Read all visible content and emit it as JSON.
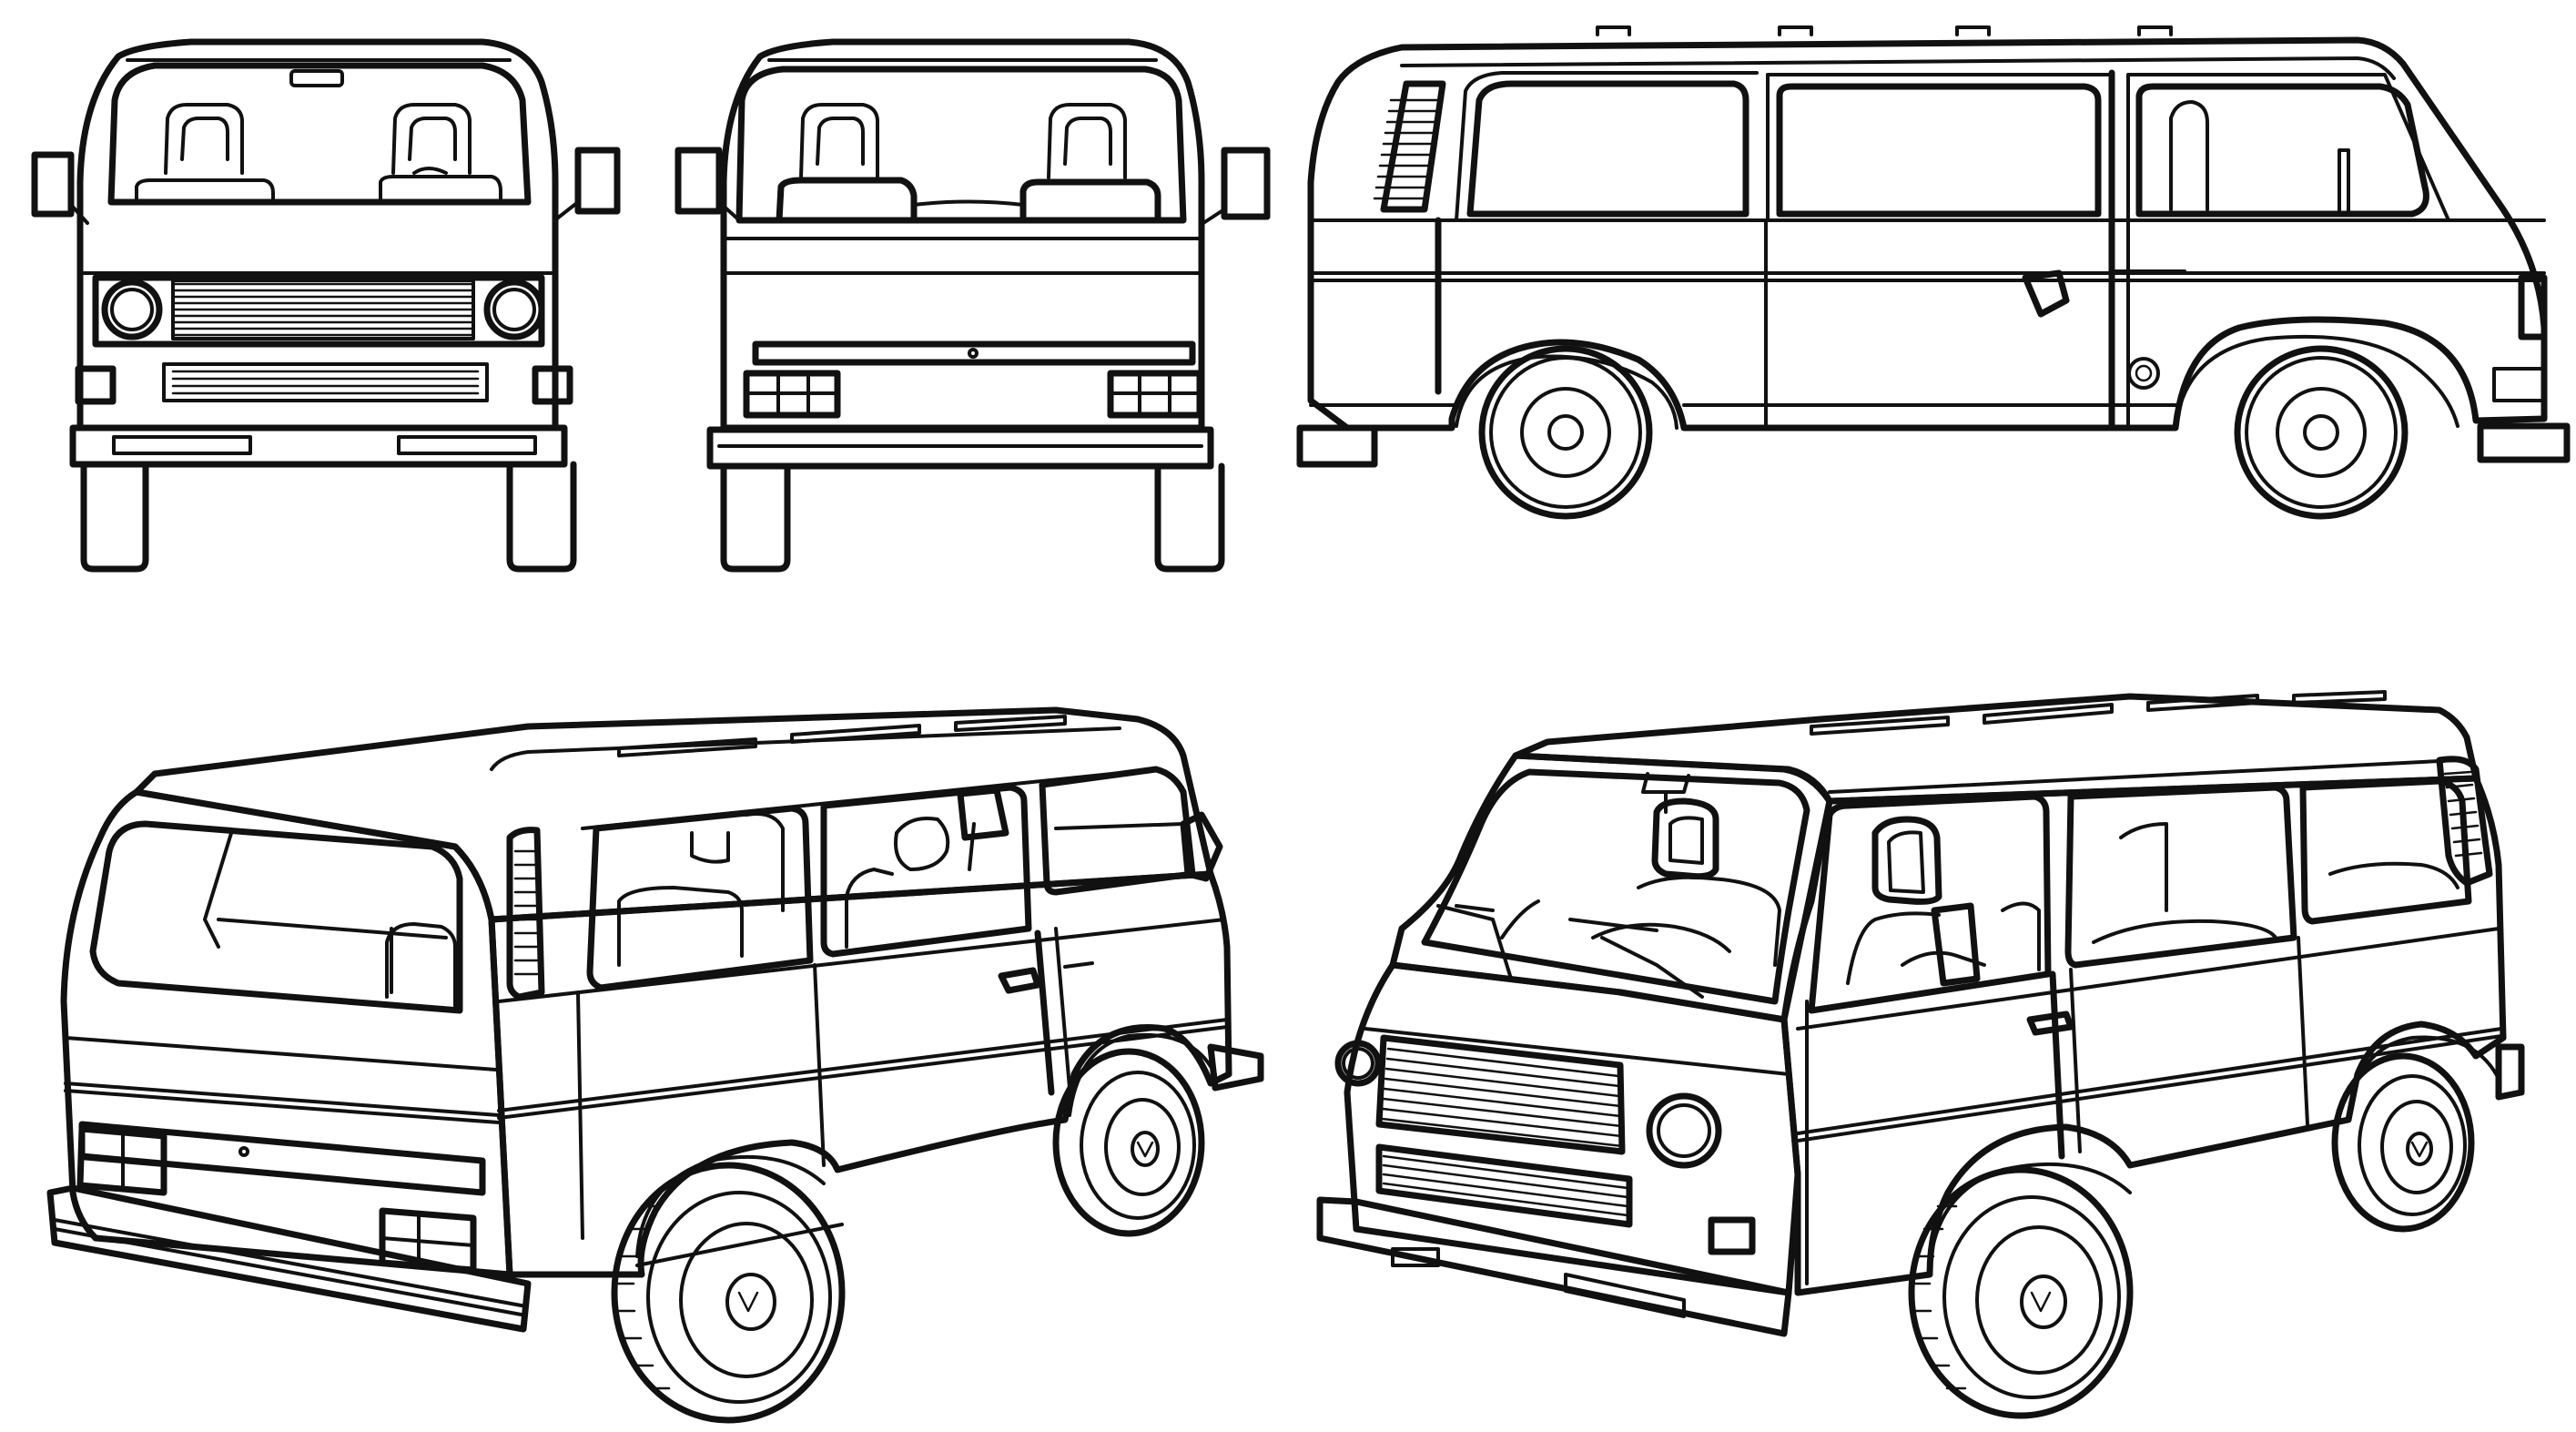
{
  "drawing": {
    "line_color": "#111111",
    "background": "#ffffff",
    "views": [
      "front-view",
      "rear-view",
      "side-view",
      "rear-three-quarter-view",
      "front-three-quarter-view"
    ]
  }
}
